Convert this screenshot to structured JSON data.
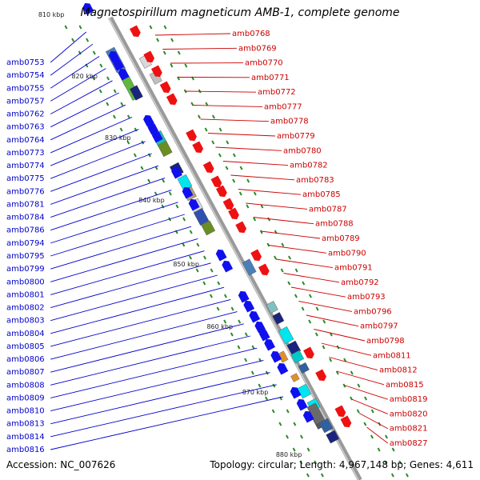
{
  "title": "Magnetospirillum magneticum AMB-1, complete genome",
  "footer": {
    "accession": "Accession: NC_007626",
    "summary": "Topology: circular; Length: 4,967,148 bp; Genes: 4,611"
  },
  "colors": {
    "forward_label": "#cc0000",
    "reverse_label": "#0000cc",
    "backbone": "#9a9a9a",
    "ticks": "#2a8a2a"
  },
  "kbp_labels": [
    "810 kbp",
    "820 kbp",
    "830 kbp",
    "840 kbp",
    "850 kbp",
    "860 kbp",
    "870 kbp",
    "880 kbp"
  ],
  "genes_reverse": [
    "amb0753",
    "amb0754",
    "amb0755",
    "amb0757",
    "amb0762",
    "amb0763",
    "amb0764",
    "amb0773",
    "amb0774",
    "amb0775",
    "amb0776",
    "amb0781",
    "amb0784",
    "amb0786",
    "amb0794",
    "amb0795",
    "amb0799",
    "amb0800",
    "amb0801",
    "amb0802",
    "amb0803",
    "amb0804",
    "amb0805",
    "amb0806",
    "amb0807",
    "amb0808",
    "amb0809",
    "amb0810",
    "amb0813",
    "amb0814",
    "amb0816"
  ],
  "genes_forward": [
    "amb0768",
    "amb0769",
    "amb0770",
    "amb0771",
    "amb0772",
    "amb0777",
    "amb0778",
    "amb0779",
    "amb0780",
    "amb0782",
    "amb0783",
    "amb0785",
    "amb0787",
    "amb0788",
    "amb0789",
    "amb0790",
    "amb0791",
    "amb0792",
    "amb0793",
    "amb0796",
    "amb0797",
    "amb0798",
    "amb0811",
    "amb0812",
    "amb0815",
    "amb0819",
    "amb0820",
    "amb0821",
    "amb0827"
  ]
}
